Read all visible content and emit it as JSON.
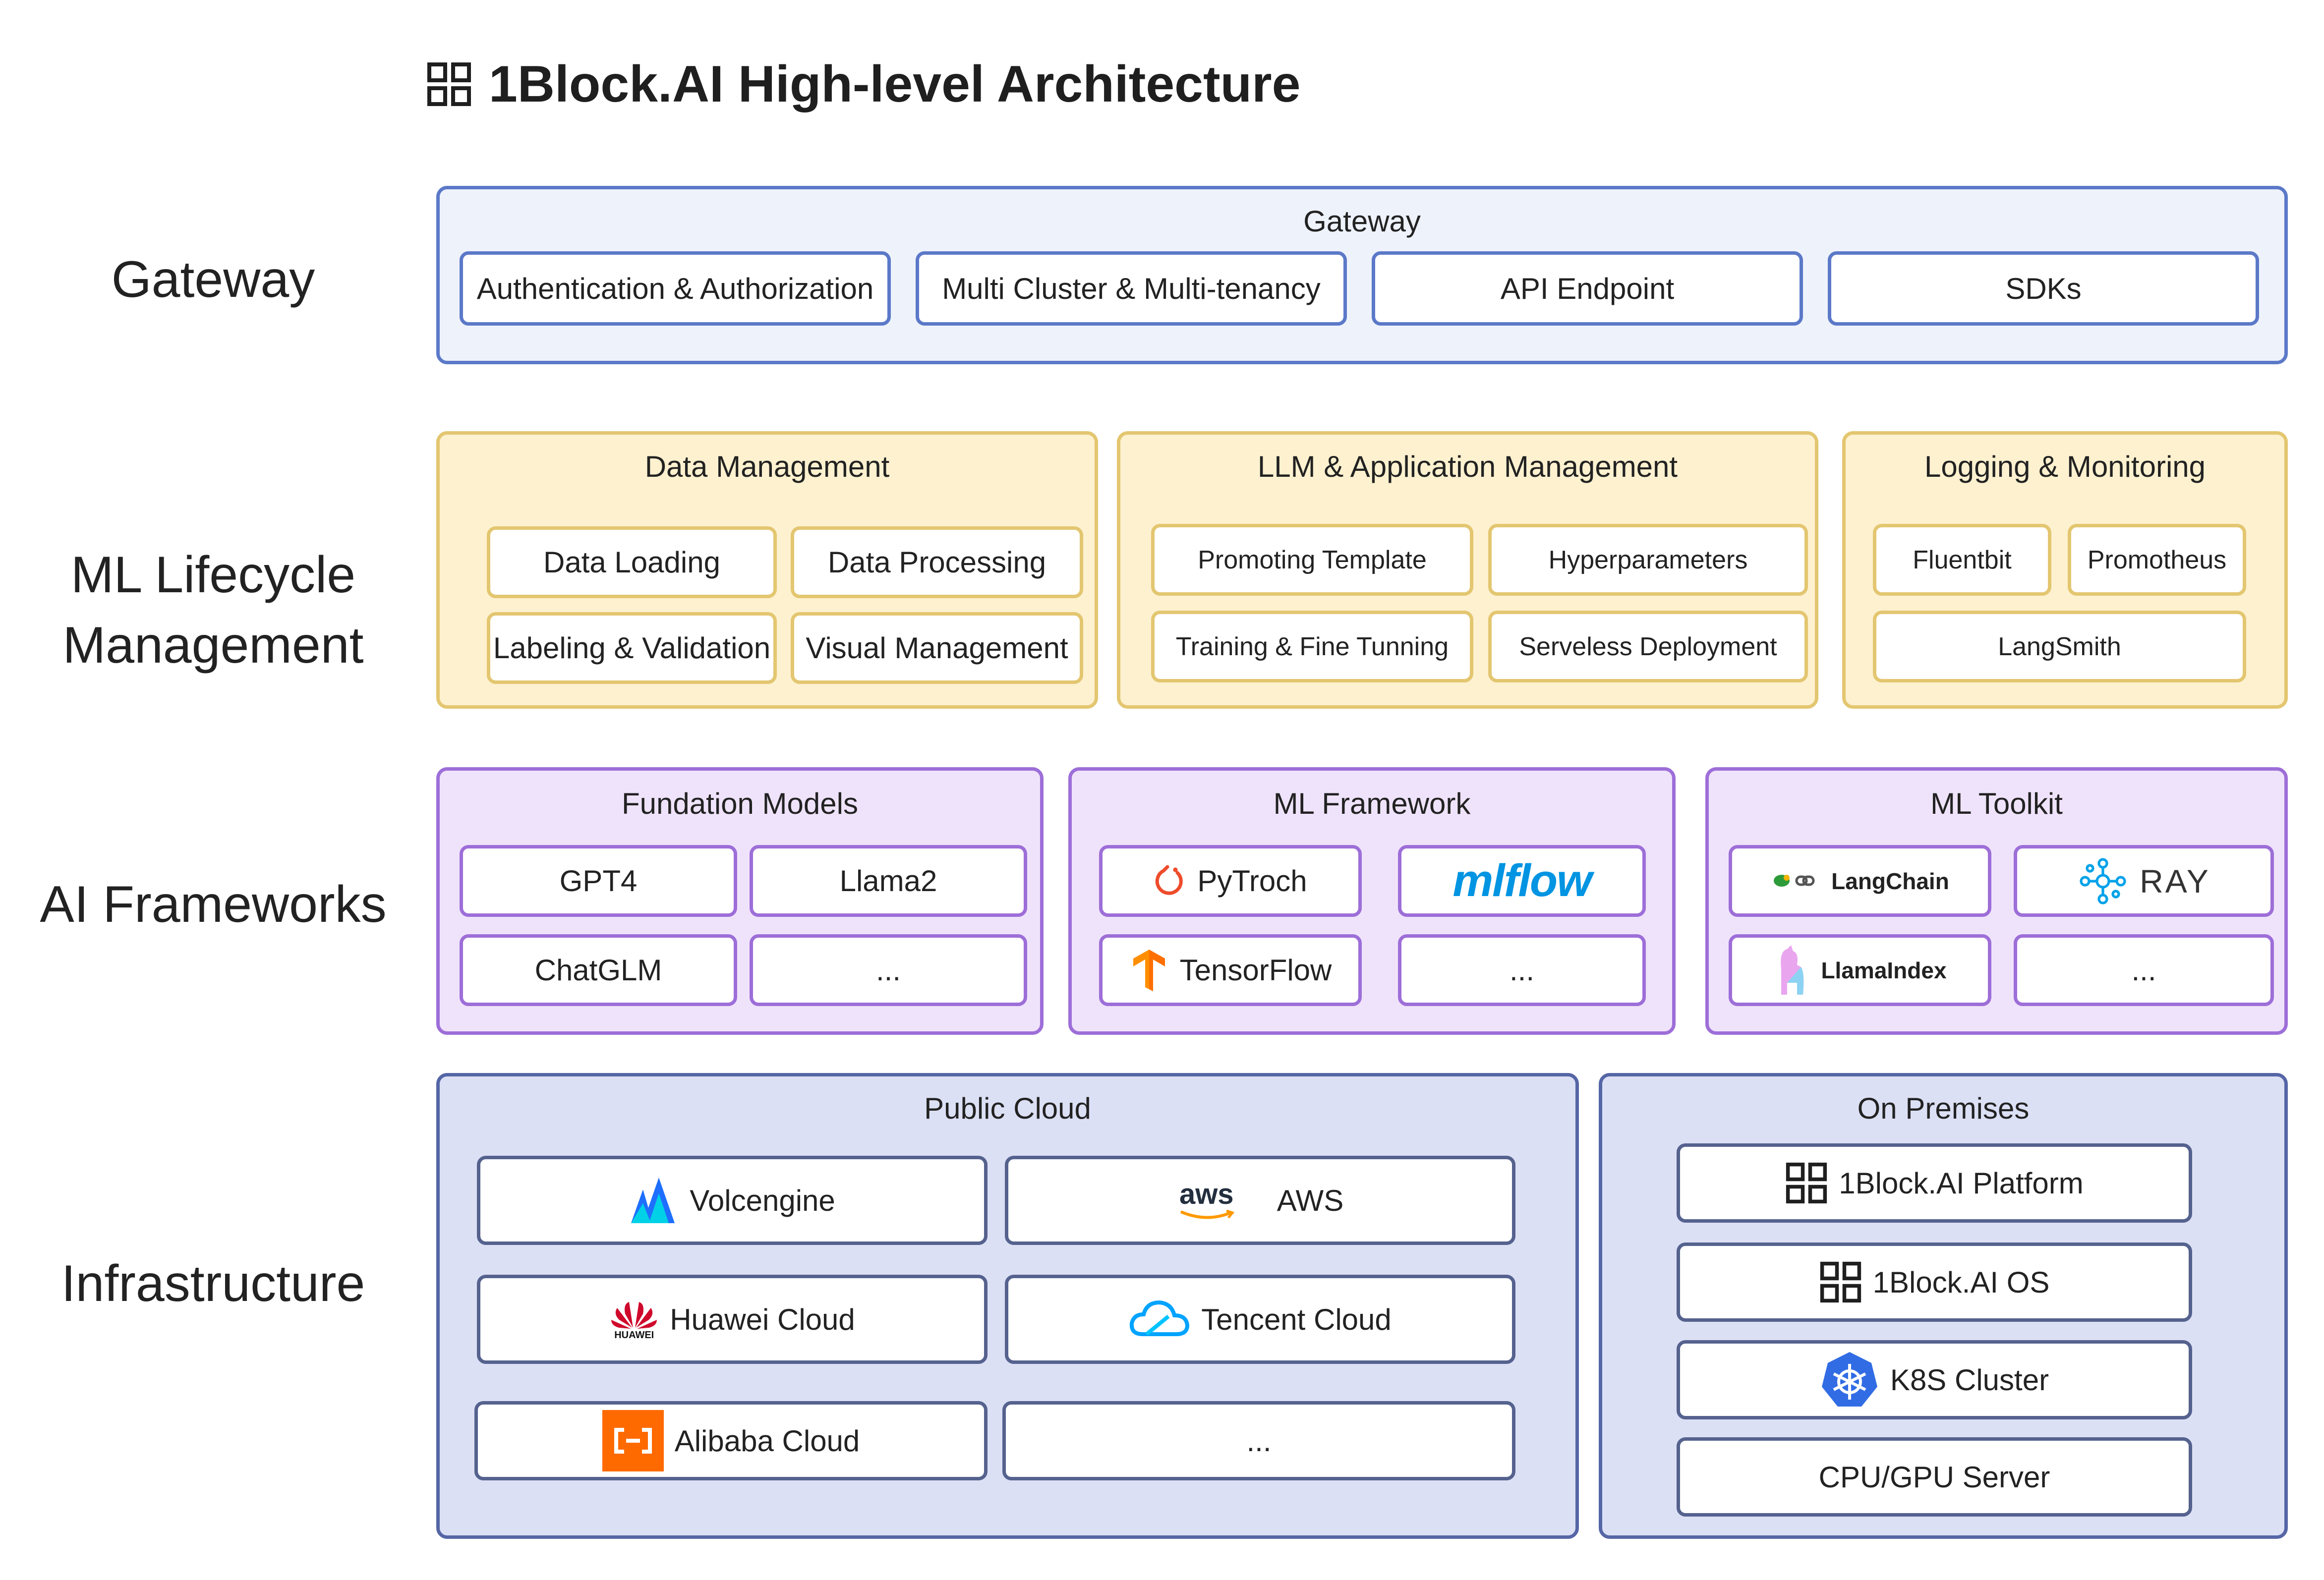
{
  "title": "1Block.AI High-level Architecture",
  "row_labels": {
    "gateway": "Gateway",
    "ml_lifecycle_line1": "ML Lifecycle",
    "ml_lifecycle_line2": "Management",
    "ai_frameworks": "AI Frameworks",
    "infrastructure": "Infrastructure"
  },
  "gateway": {
    "title": "Gateway",
    "items": [
      "Authentication & Authorization",
      "Multi Cluster & Multi-tenancy",
      "API Endpoint",
      "SDKs"
    ]
  },
  "data_management": {
    "title": "Data Management",
    "items": [
      "Data Loading",
      "Data Processing",
      "Labeling & Validation",
      "Visual Management"
    ]
  },
  "llm_management": {
    "title": "LLM & Application Management",
    "items": [
      "Promoting Template",
      "Hyperparameters",
      "Training & Fine Tunning",
      "Serveless Deployment"
    ]
  },
  "logging": {
    "title": "Logging & Monitoring",
    "items": [
      "Fluentbit",
      "Promotheus",
      "LangSmith"
    ]
  },
  "foundation_models": {
    "title": "Fundation Models",
    "items": [
      "GPT4",
      "Llama2",
      "ChatGLM",
      "..."
    ]
  },
  "ml_framework": {
    "title": "ML Framework",
    "items": [
      "PyTroch",
      "mlflow",
      "TensorFlow",
      "..."
    ]
  },
  "ml_toolkit": {
    "title": "ML Toolkit",
    "items": [
      "LangChain",
      "RAY",
      "LlamaIndex",
      "..."
    ]
  },
  "public_cloud": {
    "title": "Public Cloud",
    "items": [
      "Volcengine",
      "AWS",
      "Huawei Cloud",
      "Tencent Cloud",
      "Alibaba Cloud",
      "..."
    ],
    "logo_text": {
      "aws": "aws",
      "huawei": "HUAWEI"
    }
  },
  "on_premises": {
    "title": "On Premises",
    "items": [
      "1Block.AI Platform",
      "1Block.AI OS",
      "K8S Cluster",
      "CPU/GPU Server"
    ]
  },
  "colors": {
    "gateway": "#5b79c8",
    "lifecycle": "#e3c670",
    "frameworks": "#9d6ed8",
    "infrastructure": "#5566a6"
  },
  "icons": [
    "blocks-logo-icon",
    "pytorch-icon",
    "tensorflow-icon",
    "langchain-icon",
    "ray-icon",
    "llamaindex-icon",
    "volcengine-icon",
    "aws-icon",
    "huawei-icon",
    "tencent-cloud-icon",
    "alibaba-cloud-icon",
    "kubernetes-icon"
  ]
}
